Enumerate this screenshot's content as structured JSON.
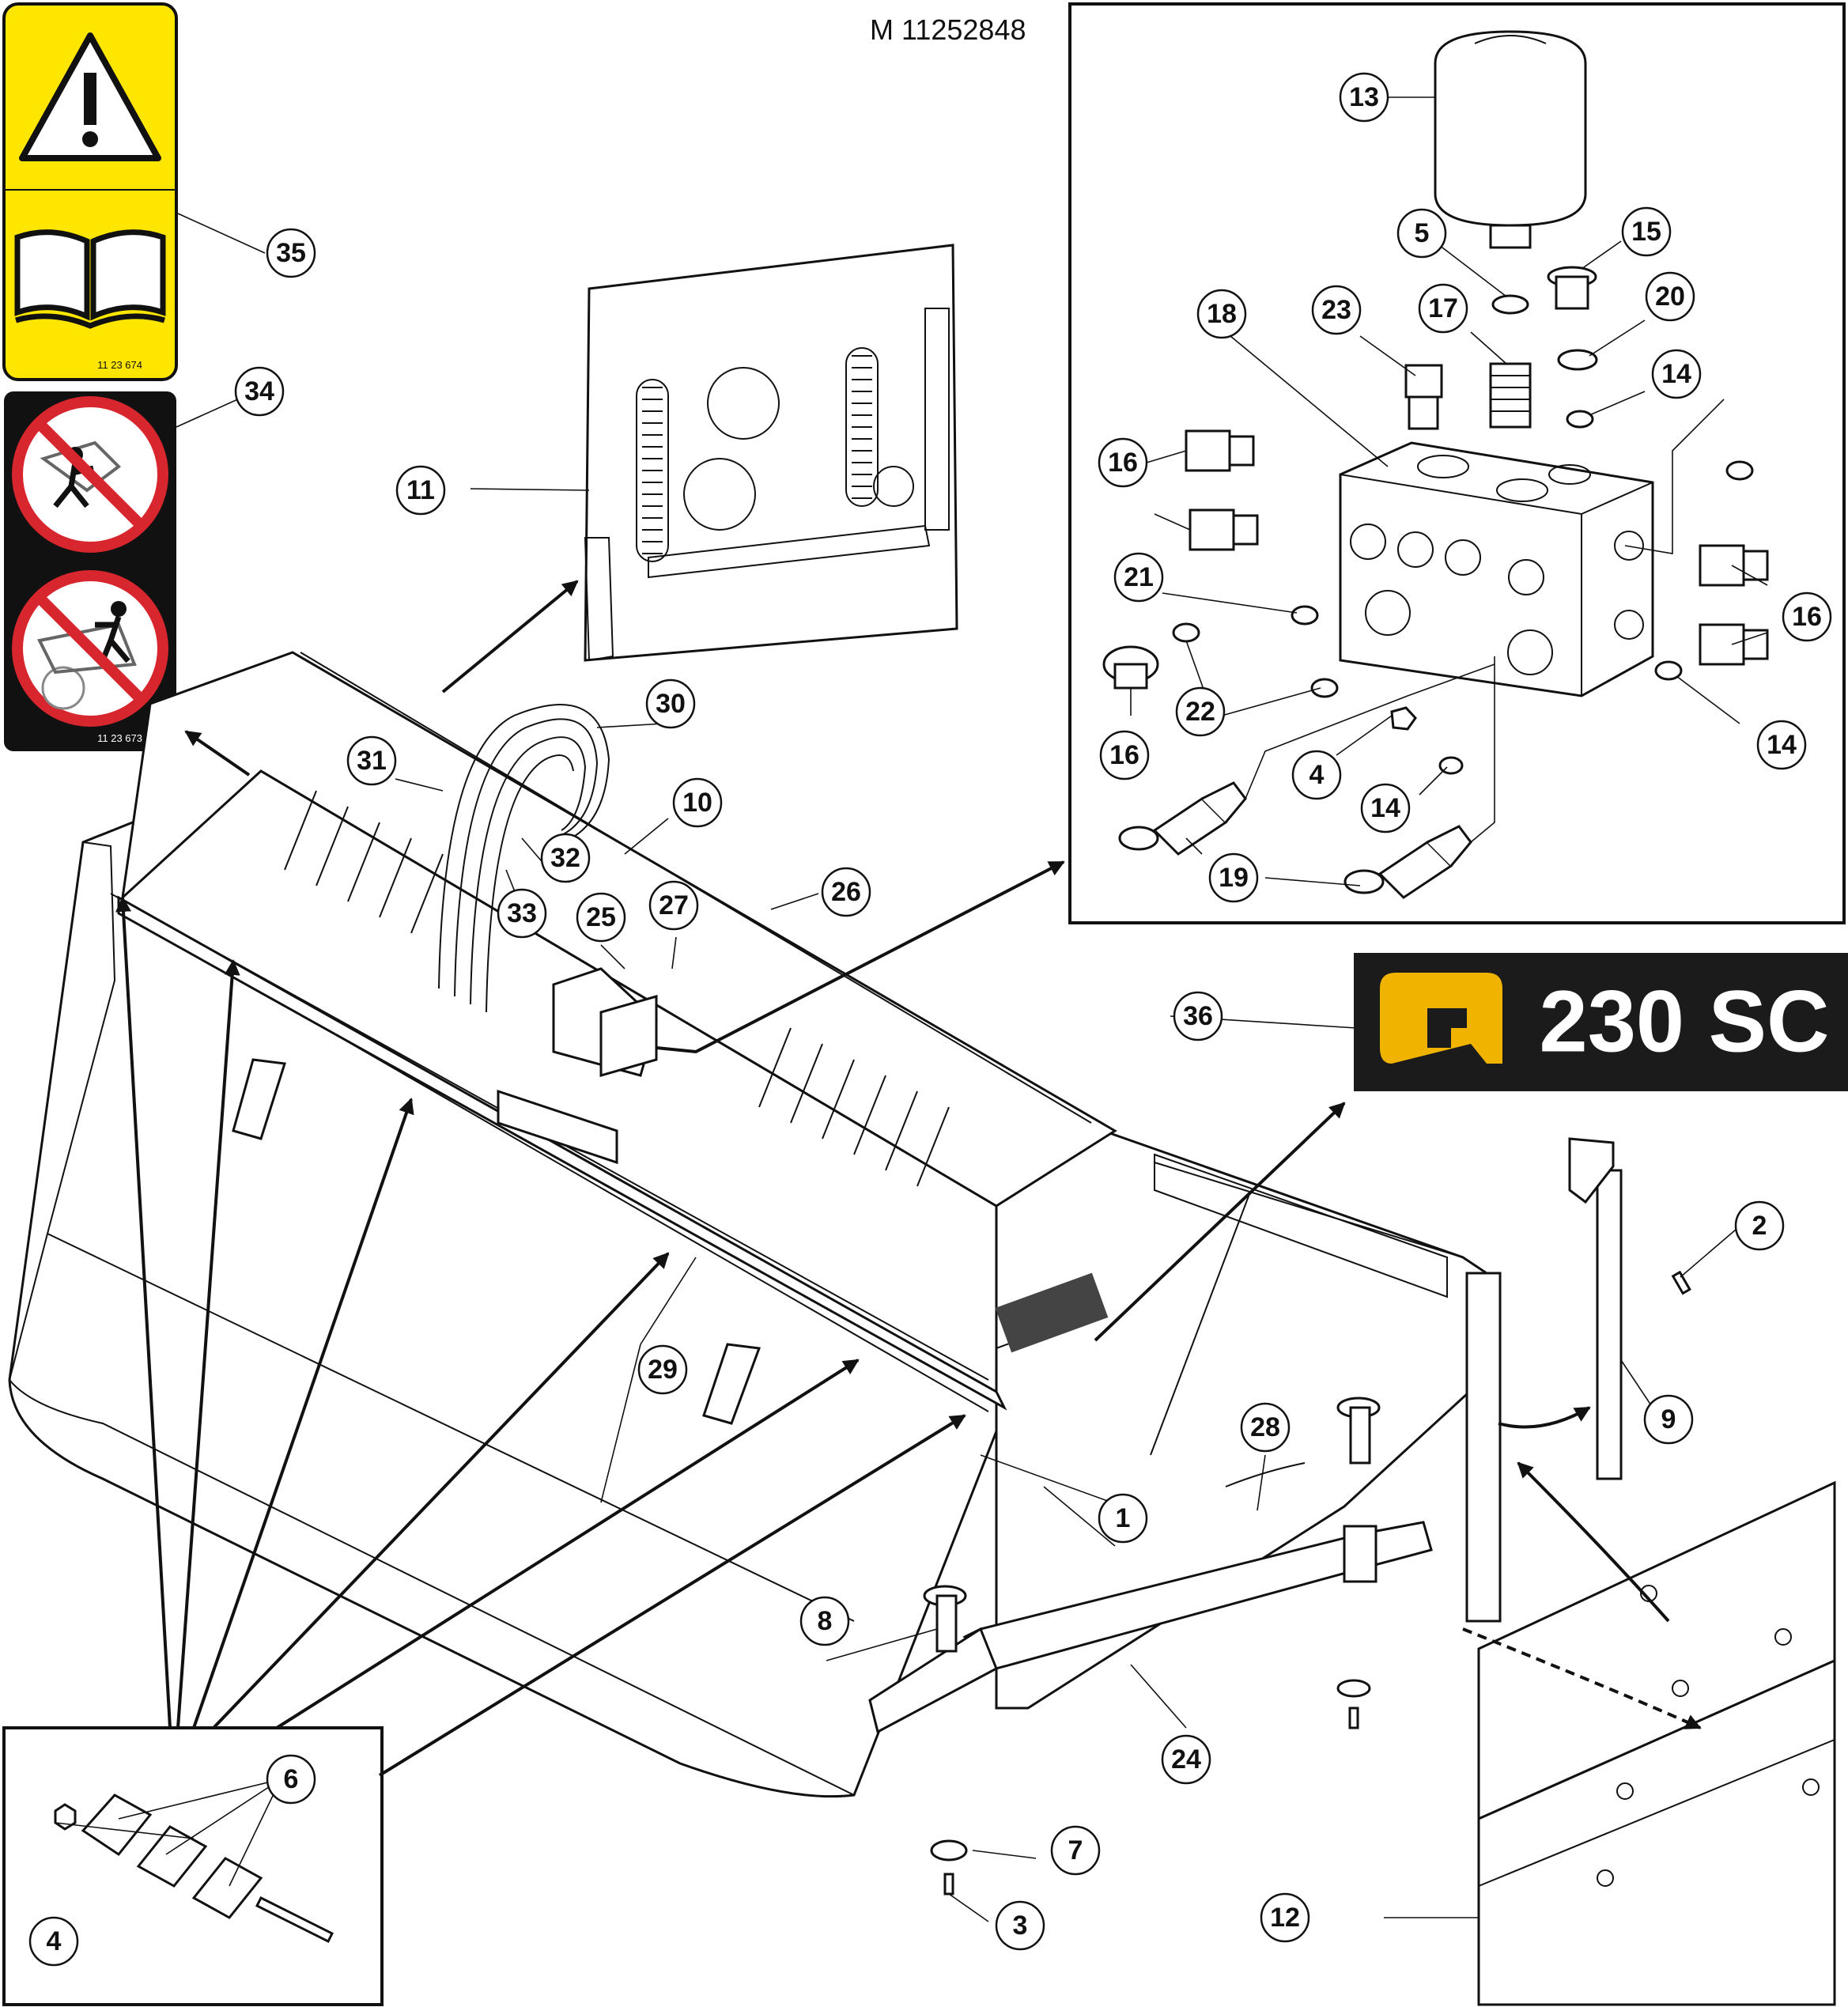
{
  "reference_number": "M 11252848",
  "labels": {
    "book_label_code": "11 23 674",
    "prohibition_label_code": "11 23 673",
    "badge_text": "230 SC",
    "badge_accent": "#f0b400",
    "badge_background": "#1b1b1b",
    "warning_yellow": "#ffe600"
  },
  "callouts": [
    "1",
    "2",
    "3",
    "4",
    "4",
    "5",
    "6",
    "7",
    "8",
    "9",
    "10",
    "11",
    "12",
    "13",
    "14",
    "14",
    "14",
    "14",
    "15",
    "16",
    "16",
    "16",
    "16",
    "17",
    "18",
    "19",
    "20",
    "21",
    "22",
    "23",
    "24",
    "25",
    "26",
    "27",
    "28",
    "29",
    "30",
    "31",
    "32",
    "33",
    "34",
    "35",
    "36"
  ]
}
